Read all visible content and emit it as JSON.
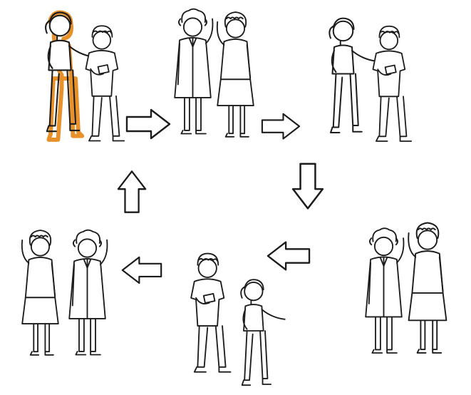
{
  "diagram": {
    "kind": "cycle",
    "highlight_color": "#e8912b",
    "line_color": "#1c1c1c",
    "scenes": [
      {
        "id": 1,
        "characters": [
          "woman-ponytail",
          "man-curly-holding-card"
        ],
        "highlighted": "woman-ponytail"
      },
      {
        "id": 2,
        "characters": [
          "scientist-lab-coat",
          "woman-curly-skirt"
        ]
      },
      {
        "id": 3,
        "characters": [
          "woman-ponytail",
          "man-curly-holding-card"
        ]
      },
      {
        "id": 4,
        "characters": [
          "scientist-lab-coat",
          "woman-curly-skirt"
        ]
      },
      {
        "id": 5,
        "characters": [
          "man-curly-holding-card",
          "woman-ponytail"
        ]
      },
      {
        "id": 6,
        "characters": [
          "woman-curly-skirt",
          "scientist-lab-coat"
        ]
      }
    ],
    "arrows": [
      {
        "from": 1,
        "to": 2,
        "direction": "right"
      },
      {
        "from": 2,
        "to": 3,
        "direction": "right"
      },
      {
        "from": 3,
        "to": 4,
        "direction": "down"
      },
      {
        "from": 4,
        "to": 5,
        "direction": "left"
      },
      {
        "from": 5,
        "to": 6,
        "direction": "left"
      },
      {
        "from": 6,
        "to": 1,
        "direction": "up"
      }
    ]
  }
}
